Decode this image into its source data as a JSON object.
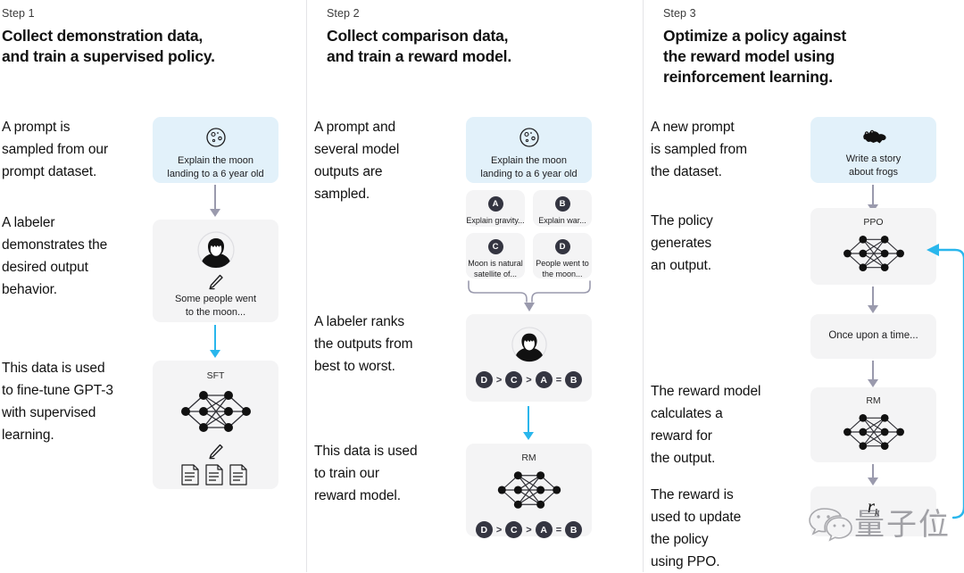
{
  "columns": [
    {
      "step_label": "Step 1",
      "title_line1": "Collect demonstration data,",
      "title_line2": "and train a supervised policy.",
      "paragraphs": [
        "A prompt is\nsampled from our\nprompt dataset.",
        "A labeler\ndemonstrates the\ndesired output\nbehavior.",
        "This data is used\nto fine-tune GPT-3\nwith supervised\nlearning."
      ],
      "prompt_card": {
        "icon": "moon-icon",
        "caption_line1": "Explain the moon",
        "caption_line2": "landing to a 6 year old"
      },
      "labeler_card": {
        "icon": "labeler-avatar-icon",
        "pencil": "pencil-icon",
        "caption_line1": "Some people went",
        "caption_line2": "to the moon..."
      },
      "model_card": {
        "title": "SFT",
        "network": "neural-network-icon",
        "pencil": "pencil-icon",
        "docs": "documents-icon"
      }
    },
    {
      "step_label": "Step 2",
      "title_line1": "Collect comparison data,",
      "title_line2": "and train a reward model.",
      "paragraphs": [
        "A prompt and\nseveral model\noutputs are\nsampled.",
        "A labeler ranks\nthe outputs from\nbest to worst.",
        "This data is used\nto train our\nreward model."
      ],
      "prompt_card": {
        "icon": "moon-icon",
        "caption_line1": "Explain the moon",
        "caption_line2": "landing to a 6 year old"
      },
      "outputs": [
        {
          "letter": "A",
          "text": "Explain gravity..."
        },
        {
          "letter": "B",
          "text": "Explain war..."
        },
        {
          "letter": "C",
          "text": "Moon is natural satellite of..."
        },
        {
          "letter": "D",
          "text": "People went to the moon..."
        }
      ],
      "rank_card": {
        "icon": "labeler-avatar-icon",
        "ranking": [
          "D",
          ">",
          "C",
          ">",
          "A",
          "=",
          "B"
        ]
      },
      "model_card": {
        "title": "RM",
        "network": "neural-network-icon",
        "ranking": [
          "D",
          ">",
          "C",
          ">",
          "A",
          "=",
          "B"
        ]
      }
    },
    {
      "step_label": "Step 3",
      "title_line1": "Optimize a policy against",
      "title_line2": "the reward model using",
      "title_line3": "reinforcement learning.",
      "paragraphs": [
        "A new prompt\nis sampled from\nthe dataset.",
        "The policy\ngenerates\nan output.",
        "The reward model\ncalculates a\nreward for\nthe output.",
        "The reward is\nused to update\nthe policy\nusing PPO."
      ],
      "prompt_card": {
        "icon": "frog-icon",
        "caption_line1": "Write a story",
        "caption_line2": "about frogs"
      },
      "policy_card": {
        "title": "PPO",
        "network": "neural-network-icon"
      },
      "output_card": {
        "text": "Once upon a time..."
      },
      "reward_model_card": {
        "title": "RM",
        "network": "neural-network-icon"
      },
      "reward_card": {
        "symbol": "r",
        "subscript": "k"
      }
    }
  ],
  "watermark": {
    "icon": "wechat-icon",
    "text": "量子位"
  },
  "colors": {
    "prompt_blue": "#e2f1fa",
    "card_gray": "#f4f4f5",
    "arrow_gray": "#9a9aad",
    "arrow_blue": "#29b6ec",
    "badge_dark": "#343541",
    "divider": "#e4e4e7"
  }
}
